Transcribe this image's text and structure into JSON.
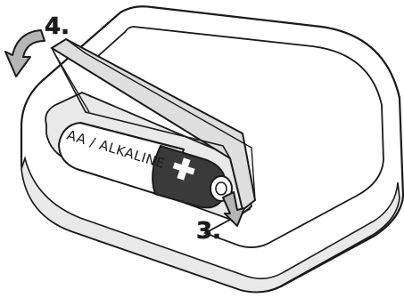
{
  "steps": {
    "step_3": "3.",
    "step_4": "4."
  },
  "battery": {
    "label": "AA / ALKALINE",
    "terminal_symbol": "+"
  },
  "colors": {
    "outline": "#1a1a1a",
    "housing_fill": "#ffffff",
    "housing_shade": "#e9e9e9",
    "cover_fill": "#dedede",
    "battery_body": "#ffffff",
    "battery_cap": "#3a3a3a",
    "arrow_fill": "#b5b5b5"
  }
}
